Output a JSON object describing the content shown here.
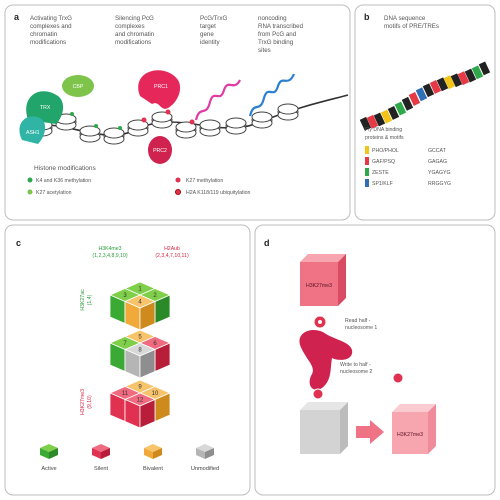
{
  "panel_a": {
    "letter": "a",
    "titles": [
      "Activating TrxG complexes and chromatin modifications",
      "Silencing PcG complexes and chromatin modifications",
      "PcG/TrxG target gene identity",
      "noncoding RNA transcribed from PcG and TrxG binding sites"
    ],
    "protein_labels": {
      "cbp": "CBP",
      "trx": "TRX",
      "ash1": "ASH1",
      "prc1": "PRC1",
      "prc2": "PRC2"
    },
    "histone_title": "Histone modifications",
    "histone_mods": [
      "K4 and K36 methylation",
      "K27 acetylation",
      "K27 methylation",
      "H2A K118/119 ubiquitylation"
    ]
  },
  "panel_b": {
    "letter": "b",
    "title": "DNA sequence motifs of PRE/TREs",
    "fly_title": "Fly DNA binding proteins & motifs",
    "motifs": [
      {
        "protein": "PHO/PHOL",
        "motif": "GCCAT",
        "color": "#f2c318"
      },
      {
        "protein": "GAF/PSQ",
        "motif": "GAGAG",
        "color": "#e63946"
      },
      {
        "protein": "ZESTE",
        "motif": "YGAGYG",
        "color": "#2ea84a"
      },
      {
        "protein": "SP1/KLF",
        "motif": "RRGGYG",
        "color": "#2f6fb5"
      }
    ]
  },
  "panel_c": {
    "letter": "c",
    "axis_top_green": "H3K4me3",
    "axis_top_green_sub": "(1,2,3,4,8,9,10)",
    "axis_top_red": "H2Aub",
    "axis_top_red_sub": "(2,3,4,7,10,11)",
    "axis_left_green": "H3K27ac",
    "axis_left_green_sub": "(1,4)",
    "axis_left_red": "H3K27me3",
    "axis_left_red_sub": "(9,10)",
    "numbers": [
      "1",
      "2",
      "3",
      "4",
      "5",
      "6",
      "7",
      "8",
      "9",
      "10",
      "11",
      "12"
    ],
    "legend": [
      {
        "label": "Active",
        "color": "#3aaa35"
      },
      {
        "label": "Silent",
        "color": "#e03150"
      },
      {
        "label": "Bivalent",
        "color": "#f1a93a"
      },
      {
        "label": "Unmodified",
        "color": "#b5b5b5"
      }
    ]
  },
  "panel_d": {
    "letter": "d",
    "top_box": "H3K27me3",
    "read_label": "Read half - nucleosome 1",
    "write_label": "Write to half - nucleosome 2",
    "right_box": "H3K27me3"
  }
}
